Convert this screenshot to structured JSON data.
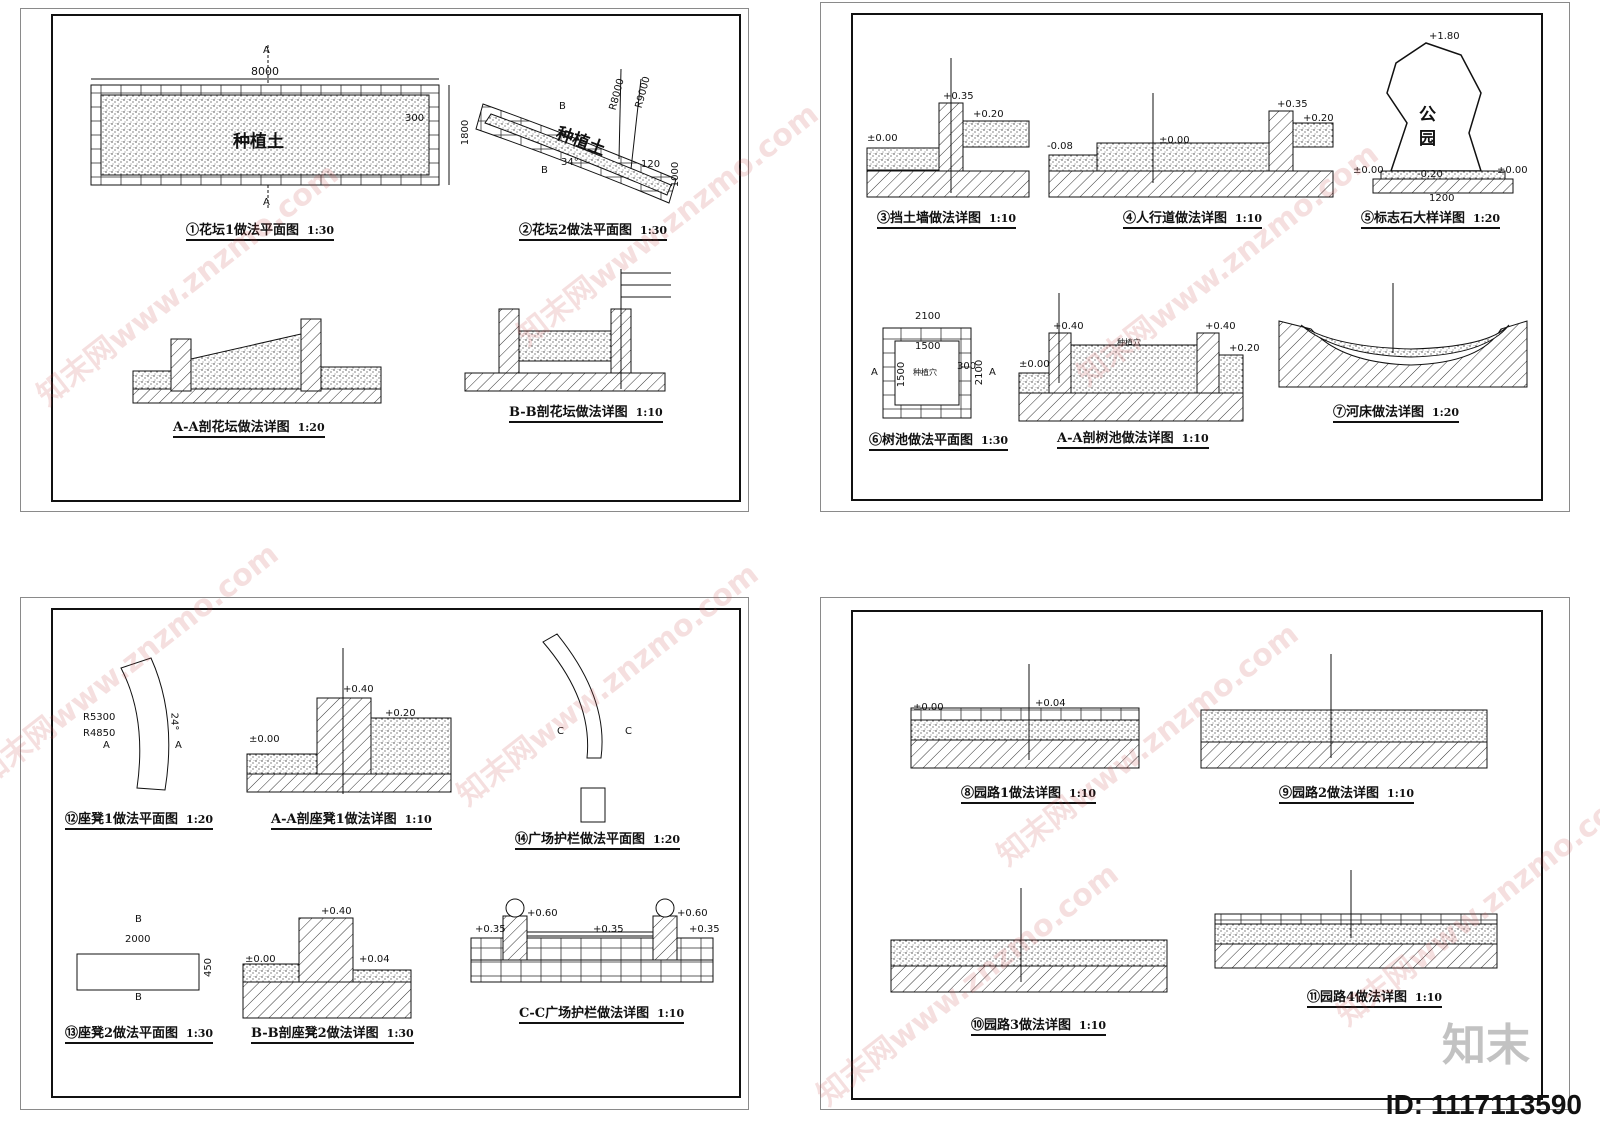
{
  "sheet1": {
    "dims": {
      "width": "8000",
      "height": "1800",
      "border": "300",
      "r1": "R8000",
      "r2": "R9000",
      "w120": "120",
      "w1000": "1000",
      "angle": "34°"
    },
    "soil": "种植土",
    "marks": {
      "a": "A",
      "b": "B"
    },
    "captions": {
      "c1": {
        "title": "①花坛1做法平面图",
        "scale": "1:30"
      },
      "c2": {
        "title": "②花坛2做法平面图",
        "scale": "1:30"
      },
      "c3": {
        "title": "A-A剖花坛做法详图",
        "scale": "1:20"
      },
      "c4": {
        "title": "B-B剖花坛做法详图",
        "scale": "1:10"
      }
    }
  },
  "sheet2": {
    "labels": {
      "elev035": "+0.35",
      "elev020": "+0.20",
      "elev000": "±0.00",
      "elev180": "+1.80",
      "elevm020": "-0.20",
      "elev040": "+0.40",
      "elevm008": "-0.08",
      "w2100": "2100",
      "w1500": "1500",
      "w300": "300",
      "w1200": "1200",
      "plantHole": "种植穴",
      "stone": "公\n园",
      "a": "A"
    },
    "captions": {
      "c3": {
        "title": "③挡土墙做法详图",
        "scale": "1:10"
      },
      "c4": {
        "title": "④人行道做法详图",
        "scale": "1:10"
      },
      "c5": {
        "title": "⑤标志石大样详图",
        "scale": "1:20"
      },
      "c6": {
        "title": "⑥树池做法平面图",
        "scale": "1:30"
      },
      "c6b": {
        "title": "A-A剖树池做法详图",
        "scale": "1:10"
      },
      "c7": {
        "title": "⑦河床做法详图",
        "scale": "1:20"
      }
    }
  },
  "sheet3": {
    "labels": {
      "r5300": "R5300",
      "r4850": "R4850",
      "angle24": "24°",
      "elev040": "+0.40",
      "elev020": "+0.20",
      "elev000": "±0.00",
      "elev004": "+0.04",
      "w2000": "2000",
      "w450": "450",
      "a": "A",
      "b": "B",
      "c": "C",
      "elev060": "+0.60",
      "elev035": "+0.35"
    },
    "captions": {
      "c12": {
        "title": "⑫座凳1做法平面图",
        "scale": "1:20"
      },
      "c12b": {
        "title": "A-A剖座凳1做法详图",
        "scale": "1:10"
      },
      "c14": {
        "title": "⑭广场护栏做法平面图",
        "scale": "1:20"
      },
      "c13": {
        "title": "⑬座凳2做法平面图",
        "scale": "1:30"
      },
      "c13b": {
        "title": "B-B剖座凳2做法详图",
        "scale": "1:30"
      },
      "c14b": {
        "title": "C-C广场护栏做法详图",
        "scale": "1:10"
      }
    }
  },
  "sheet4": {
    "labels": {
      "elev000": "±0.00",
      "elev004": "+0.04"
    },
    "captions": {
      "c8": {
        "title": "⑧园路1做法详图",
        "scale": "1:10"
      },
      "c9": {
        "title": "⑨园路2做法详图",
        "scale": "1:10"
      },
      "c10": {
        "title": "⑩园路3做法详图",
        "scale": "1:10"
      },
      "c11": {
        "title": "⑪园路4做法详图",
        "scale": "1:10"
      }
    }
  },
  "watermark": "知末网www.znzmo.com",
  "id_text": "ID: 1117113590",
  "logo_text": "知末"
}
